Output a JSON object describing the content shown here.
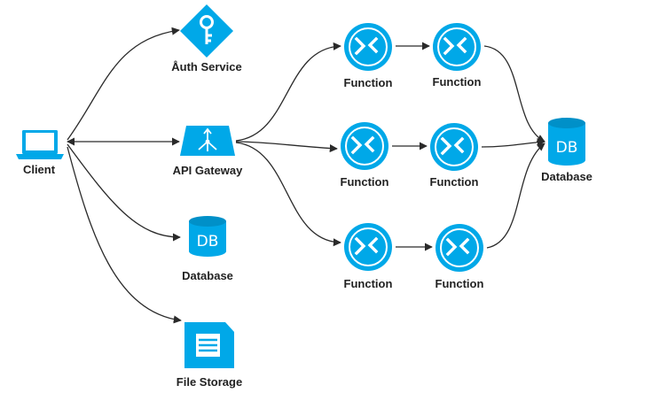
{
  "colors": {
    "accent": "#00a8e8",
    "accent_dark": "#0090c8",
    "line": "#2a2a2a",
    "text": "#222222"
  },
  "nodes": {
    "client": {
      "label": "Client",
      "icon": "laptop-icon"
    },
    "auth": {
      "label": "Åuth Service",
      "icon": "key-icon"
    },
    "gateway": {
      "label": "API Gateway",
      "icon": "api-gateway-icon"
    },
    "db_left": {
      "label": "Database",
      "icon": "database-icon",
      "icon_text": "DB"
    },
    "file_storage": {
      "label": "File Storage",
      "icon": "document-icon"
    },
    "fn_1a": {
      "label": "Function",
      "icon": "function-icon"
    },
    "fn_1b": {
      "label": "Function",
      "icon": "function-icon"
    },
    "fn_2a": {
      "label": "Function",
      "icon": "function-icon"
    },
    "fn_2b": {
      "label": "Function",
      "icon": "function-icon"
    },
    "fn_3a": {
      "label": "Function",
      "icon": "function-icon"
    },
    "fn_3b": {
      "label": "Function",
      "icon": "function-icon"
    },
    "db_right": {
      "label": "Database",
      "icon": "database-icon",
      "icon_text": "DB"
    }
  },
  "edges": [
    {
      "from": "client",
      "to": "auth",
      "arrow": "end"
    },
    {
      "from": "client",
      "to": "gateway",
      "arrow": "both"
    },
    {
      "from": "client",
      "to": "db_left",
      "arrow": "end"
    },
    {
      "from": "client",
      "to": "file_storage",
      "arrow": "end"
    },
    {
      "from": "gateway",
      "to": "fn_1a",
      "arrow": "end"
    },
    {
      "from": "gateway",
      "to": "fn_2a",
      "arrow": "end"
    },
    {
      "from": "gateway",
      "to": "fn_3a",
      "arrow": "end"
    },
    {
      "from": "fn_1a",
      "to": "fn_1b",
      "arrow": "end"
    },
    {
      "from": "fn_2a",
      "to": "fn_2b",
      "arrow": "end"
    },
    {
      "from": "fn_3a",
      "to": "fn_3b",
      "arrow": "end"
    },
    {
      "from": "fn_1b",
      "to": "db_right",
      "arrow": "end"
    },
    {
      "from": "fn_2b",
      "to": "db_right",
      "arrow": "end"
    },
    {
      "from": "fn_3b",
      "to": "db_right",
      "arrow": "end"
    }
  ]
}
